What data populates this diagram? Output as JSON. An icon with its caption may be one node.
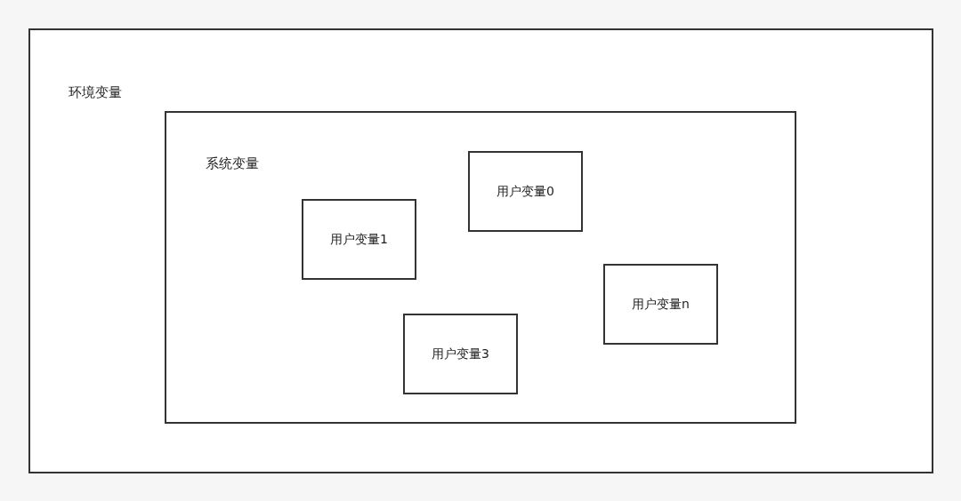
{
  "diagram": {
    "nodes": [
      {
        "text": [
          "环境变量"
        ]
      },
      {
        "text": [
          "系统变量"
        ],
        "in": 0
      },
      {
        "text": [
          "用户变量0"
        ],
        "in": 1
      },
      {
        "text": [
          "用户变量1"
        ],
        "in": 1
      },
      {
        "text": [
          "用户变量n"
        ],
        "in": 1
      },
      {
        "text": [
          "用户变量3"
        ],
        "in": 1
      }
    ]
  }
}
